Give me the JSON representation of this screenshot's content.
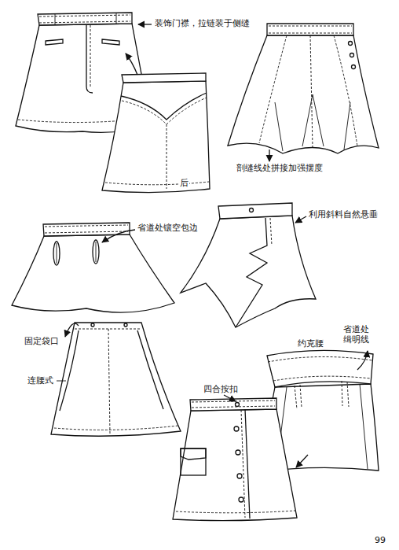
{
  "diagram": {
    "labels": [
      "装饰门襟，拉链装于侧缝",
      "后",
      "剖缝线处拼接加强摆度",
      "省道处镶空包边",
      "利用斜料自然悬垂",
      "固定袋口",
      "连腰式",
      "约克腰",
      "省道处缉明线",
      "四合按扣",
      "99"
    ]
  }
}
